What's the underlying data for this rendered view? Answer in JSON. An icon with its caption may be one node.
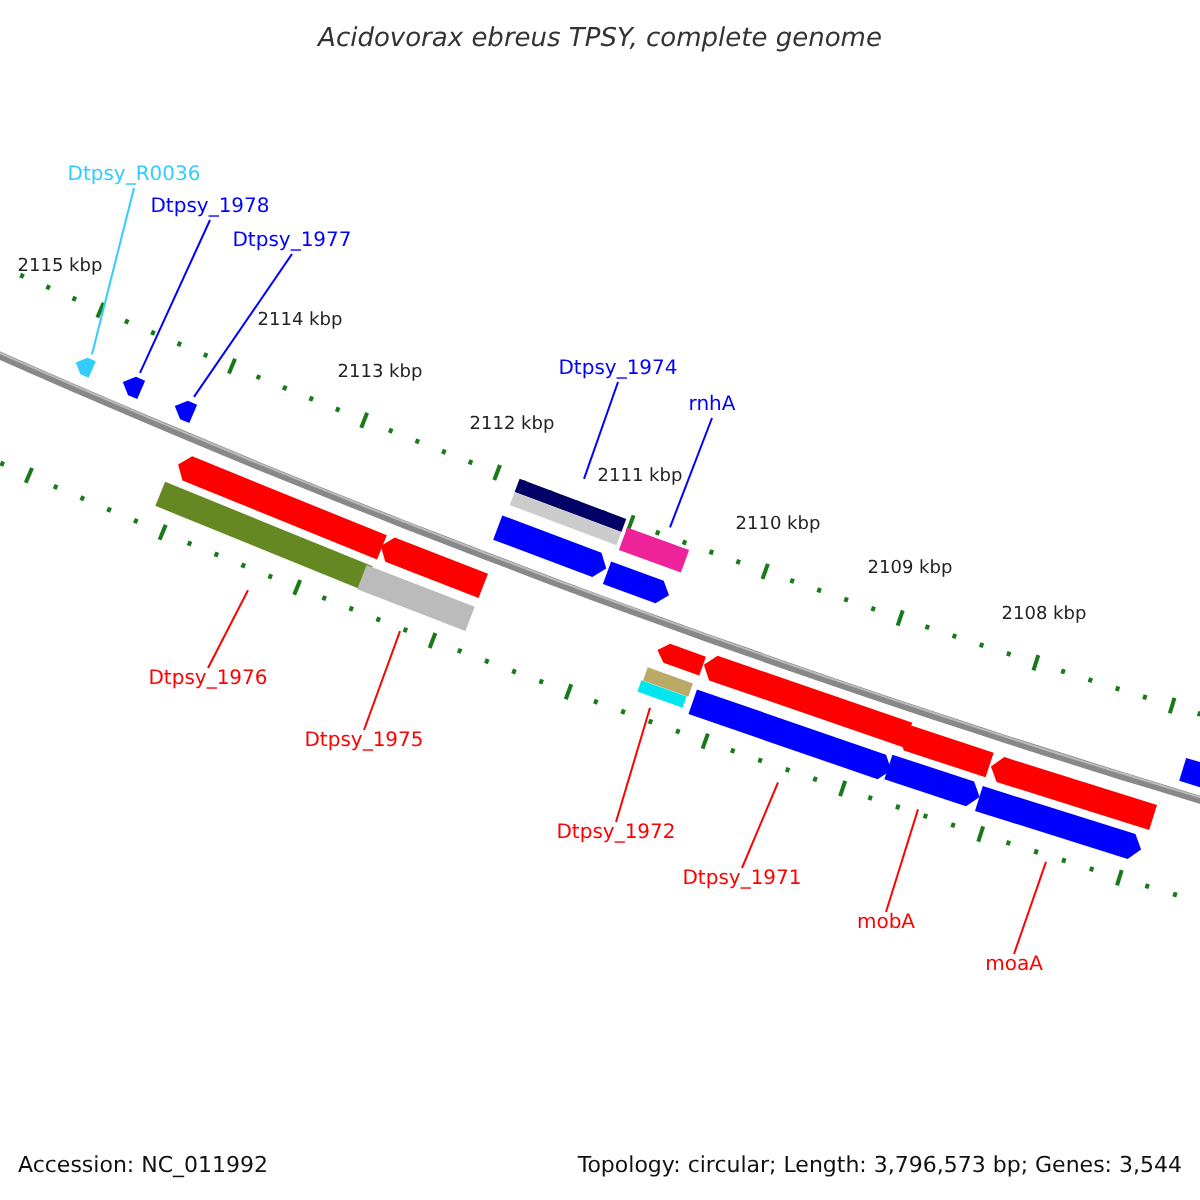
{
  "diagram": {
    "title": "Acidovorax ebreus TPSY, complete genome",
    "nodes": [
      {
        "text": [
          "Dtpsy_R0036"
        ]
      },
      {
        "text": [
          "Dtpsy_1978"
        ]
      },
      {
        "text": [
          "Dtpsy_1977"
        ]
      },
      {
        "text": [
          "Dtpsy_1974"
        ]
      },
      {
        "text": [
          "rnhA"
        ]
      },
      {
        "text": [
          "Dtpsy_1976"
        ]
      },
      {
        "text": [
          "Dtpsy_1975"
        ]
      },
      {
        "text": [
          "Dtpsy_1972"
        ]
      },
      {
        "text": [
          "Dtpsy_1971"
        ]
      },
      {
        "text": [
          "mobA"
        ]
      },
      {
        "text": [
          "moaA"
        ]
      },
      {
        "text": [],
        "shape": "arrow"
      },
      {
        "text": [],
        "shape": "arrow"
      },
      {
        "text": [],
        "shape": "arrow"
      },
      {
        "text": [],
        "shape": "bar"
      },
      {
        "text": [],
        "shape": "bar"
      },
      {
        "text": [],
        "shape": "bar"
      },
      {
        "text": [],
        "shape": "bar"
      },
      {
        "text": [],
        "shape": "bar"
      },
      {
        "text": [],
        "shape": "bar"
      },
      {
        "text": [],
        "shape": "bar"
      },
      {
        "text": [],
        "shape": "bar"
      },
      {
        "text": [],
        "shape": "bar"
      },
      {
        "text": [],
        "shape": "bar"
      },
      {
        "text": [],
        "shape": "bar"
      },
      {
        "text": [],
        "shape": "bar"
      },
      {
        "text": [],
        "shape": "bar"
      },
      {
        "text": [],
        "shape": "bar"
      },
      {
        "text": [],
        "shape": "bar"
      },
      {
        "text": [],
        "shape": "bar"
      },
      {
        "text": [],
        "shape": "bar"
      },
      {
        "text": [],
        "shape": "bar"
      }
    ],
    "edges": [
      {
        "from": 0,
        "to": 11,
        "arrow": "none",
        "color": "#33ccff"
      },
      {
        "from": 1,
        "to": 12,
        "arrow": "none",
        "color": "#0000ff"
      },
      {
        "from": 2,
        "to": 13,
        "arrow": "none",
        "color": "#0000ff"
      },
      {
        "from": 3,
        "to": 14,
        "arrow": "none",
        "color": "#0000ff"
      },
      {
        "from": 4,
        "to": 15,
        "arrow": "none",
        "color": "#0000ff"
      },
      {
        "from": 5,
        "to": 16,
        "arrow": "none"
      },
      {
        "from": 6,
        "to": 17,
        "arrow": "none"
      },
      {
        "from": 7,
        "to": 18,
        "arrow": "none"
      },
      {
        "from": 8,
        "to": 19,
        "arrow": "none"
      },
      {
        "from": 9,
        "to": 20,
        "arrow": "none"
      },
      {
        "from": 10,
        "to": 21,
        "arrow": "none"
      }
    ],
    "labels": [
      "2115 kbp",
      "2114 kbp",
      "2113 kbp",
      "2112 kbp",
      "2111 kbp",
      "2110 kbp",
      "2109 kbp",
      "2108 kbp",
      "Accession: NC_011992",
      "Topology: circular; Length: 3,796,573 bp; Genes: 3,544"
    ]
  }
}
